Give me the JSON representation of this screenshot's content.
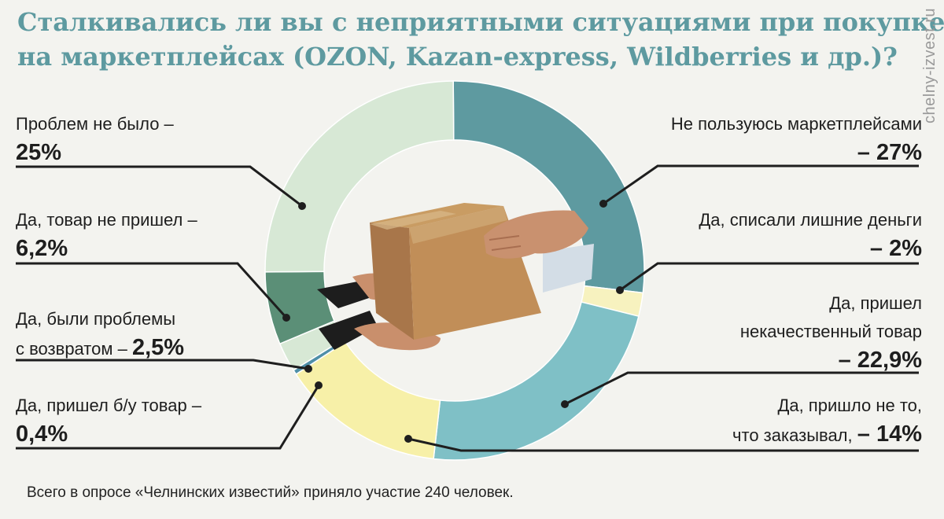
{
  "title_lines": [
    "Сталкивались ли вы с неприятными ситуациями при покупке",
    "на маркетплейсах (OZON, Kazan-express, Wildberries и др.)?"
  ],
  "watermark": "chelny-izvest.ru",
  "footnote": "Всего в опросе «Челнинских известий» приняло участие 240 человек.",
  "colors": {
    "title": "#5e9aa0",
    "no_use": "#5e9aa0",
    "extra_charge": "#f7f2bf",
    "low_quality": "#7fc0c6",
    "wrong_item": "#f7f0a8",
    "used_item": "#4f8fa8",
    "return_problem": "#d7e8d5",
    "not_delivered": "#5b8f77",
    "no_problems": "#d7e8d5"
  },
  "chart_data": {
    "type": "pie",
    "donut": true,
    "title": "Сталкивались ли вы с неприятными ситуациями при покупке на маркетплейсах (OZON, Kazan-express, Wildberries и др.)?",
    "slices": [
      {
        "label": "Не пользуюсь маркетплейсами",
        "value": 27,
        "display": "– 27%",
        "color": "#5e9aa0"
      },
      {
        "label": "Да, списали лишние деньги",
        "value": 2,
        "display": "– 2%",
        "color": "#f7f2bf"
      },
      {
        "label": "Да, пришел некачественный товар",
        "value": 22.9,
        "display": "– 22,9%",
        "color": "#7fc0c6"
      },
      {
        "label": "Да, пришло не то, что заказывал,",
        "value": 14,
        "display": "– 14%",
        "color": "#f7f0a8"
      },
      {
        "label": "Да, пришел б/у товар –",
        "value": 0.4,
        "display": "0,4%",
        "color": "#4f8fa8"
      },
      {
        "label": "Да, были проблемы с возвратом –",
        "value": 2.5,
        "display": "2,5%",
        "color": "#d7e8d5"
      },
      {
        "label": "Да, товар не пришел –",
        "value": 6.2,
        "display": "6,2%",
        "color": "#5b8f77"
      },
      {
        "label": "Проблем не было –",
        "value": 25,
        "display": "25%",
        "color": "#d7e8d5"
      }
    ]
  },
  "labels": {
    "no_problems": {
      "text": "Проблем не было –",
      "pct": "25%"
    },
    "not_delivered": {
      "text": "Да, товар не пришел –",
      "pct": "6,2%"
    },
    "return_problem": {
      "line1": "Да, были проблемы",
      "line2": "с возвратом –",
      "pct": "2,5%"
    },
    "used_item": {
      "text": "Да, пришел б/у товар –",
      "pct": "0,4%"
    },
    "no_use": {
      "text": "Не пользуюсь маркетплейсами",
      "pct": "– 27%"
    },
    "extra_charge": {
      "text": "Да, списали лишние деньги",
      "pct": "– 2%"
    },
    "low_quality": {
      "line1": "Да, пришел",
      "line2": "некачественный товар",
      "pct": "– 22,9%"
    },
    "wrong_item": {
      "line1": "Да, пришло не то,",
      "line2": "что заказывал,",
      "pct": "– 14%"
    }
  }
}
